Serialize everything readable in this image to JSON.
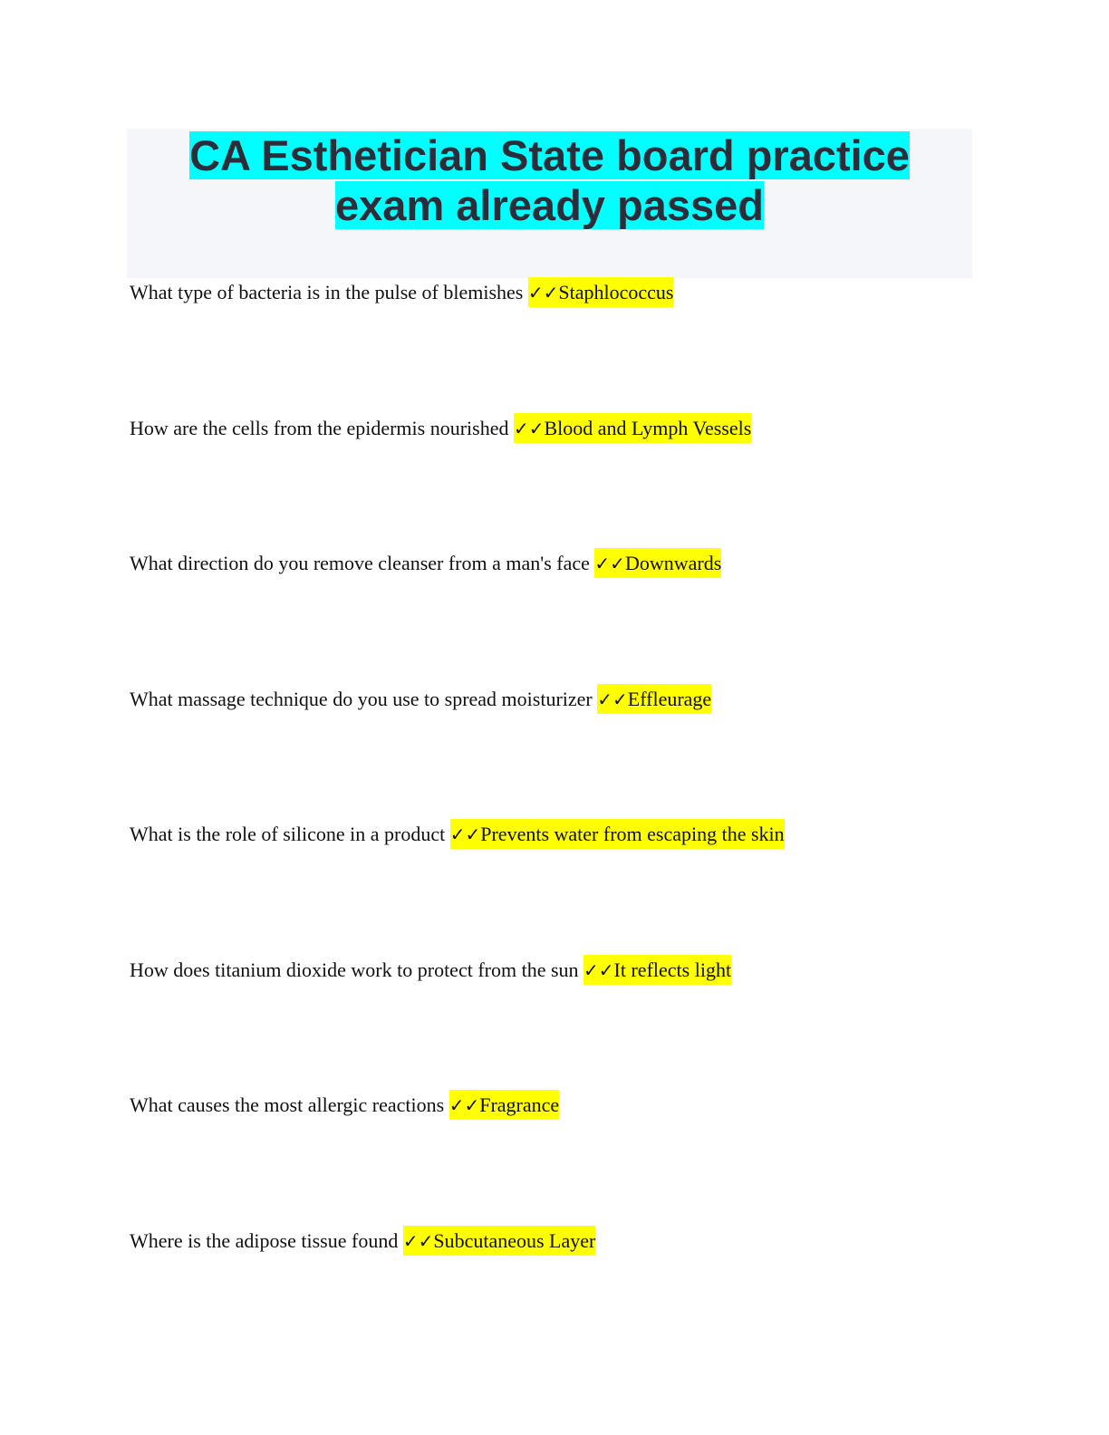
{
  "title": "CA Esthetician State board practice exam already passed",
  "title_lines": [
    "CA Esthetician State board practice",
    "exam already passed"
  ],
  "check": "✓✓",
  "items": [
    {
      "q": "What type of bacteria is in the pulse of blemishes",
      "a": "Staphlococcus"
    },
    {
      "q": "How are the cells from the epidermis nourished",
      "a": "Blood and Lymph Vessels"
    },
    {
      "q": "What direction do you remove cleanser from a man's face",
      "a": "Downwards"
    },
    {
      "q": "What massage technique do you use to spread moisturizer",
      "a": "Effleurage"
    },
    {
      "q": "What is the role of silicone in a product",
      "a": "Prevents water from escaping the skin"
    },
    {
      "q": "How does titanium dioxide work to protect from the sun",
      "a": "It reflects light"
    },
    {
      "q": "What causes the most allergic reactions",
      "a": "Fragrance"
    },
    {
      "q": "Where is the adipose tissue found",
      "a": "Subcutaneous Layer"
    }
  ]
}
